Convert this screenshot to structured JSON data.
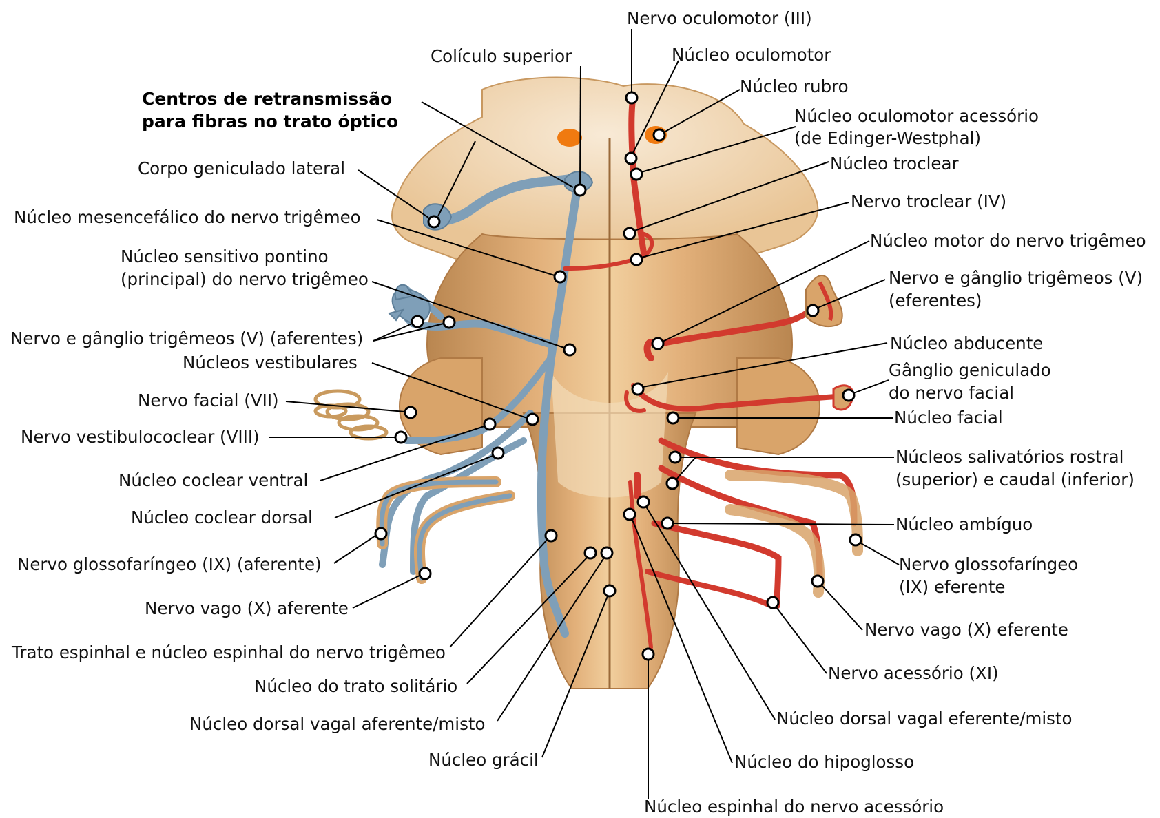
{
  "colors": {
    "background": "#ffffff",
    "tissue": "#d9a46a",
    "tissue_dark": "#b07a45",
    "tissue_light": "#f0dcc0",
    "afferent": "#7f9fb8",
    "efferent": "#d23a2e",
    "orange": "#f07a10",
    "leader": "#000000"
  },
  "title_left": {
    "line1": "Centros de retransmissão",
    "line2": "para fibras no trato óptico"
  },
  "labels_left": {
    "coliculo": "Colículo superior",
    "geniculado": "Corpo geniculado lateral",
    "mesencefalico": "Núcleo mesencefálico do nervo trigêmeo",
    "sensitivo_1": "Núcleo sensitivo pontino",
    "sensitivo_2": "(principal) do nervo trigêmeo",
    "trigemeos_aferentes": "Nervo e gânglio trigêmeos (V) (aferentes)",
    "vestibulares": "Núcleos vestibulares",
    "facial": "Nervo facial (VII)",
    "vestibulococlear": "Nervo vestibulococlear (VIII)",
    "coclear_ventral": "Núcleo coclear ventral",
    "coclear_dorsal": "Núcleo coclear dorsal",
    "glosso_aferente": "Nervo glossofaríngeo (IX) (aferente)",
    "vago_aferente": "Nervo vago (X) aferente",
    "trato_espinhal": "Trato espinhal e núcleo espinhal do nervo trigêmeo",
    "trato_solitario": "Núcleo do trato solitário",
    "dorsal_vagal_aferente": "Núcleo dorsal vagal aferente/misto",
    "gracil": "Núcleo grácil"
  },
  "labels_right": {
    "oculomotor_nervo": "Nervo oculomotor (III)",
    "oculomotor_nucleo": "Núcleo oculomotor",
    "rubro": "Núcleo rubro",
    "oculomotor_acessorio_1": "Núcleo oculomotor acessório",
    "oculomotor_acessorio_2": "(de Edinger-Westphal)",
    "troclear_nucleo": "Núcleo troclear",
    "troclear_nervo": "Nervo troclear (IV)",
    "motor_trigemeo": "Núcleo motor do nervo trigêmeo",
    "trigemeos_eferentes_1": "Nervo e gânglio trigêmeos (V)",
    "trigemeos_eferentes_2": "(eferentes)",
    "abducente": "Núcleo abducente",
    "geniculado_facial_1": "Gânglio geniculado",
    "geniculado_facial_2": "do nervo facial",
    "nucleo_facial": "Núcleo facial",
    "salivatorios_1": "Núcleos salivatórios rostral",
    "salivatorios_2": "(superior) e caudal (inferior)",
    "ambiguo": "Núcleo ambíguo",
    "glosso_eferente_1": "Nervo glossofaríngeo",
    "glosso_eferente_2": "(IX) eferente",
    "vago_eferente": "Nervo vago (X) eferente",
    "acessorio": "Nervo acessório (XI)",
    "dorsal_vagal_eferente": "Núcleo dorsal vagal eferente/misto",
    "hipoglosso": "Núcleo do hipoglosso",
    "espinhal_acessorio": "Núcleo espinhal do nervo acessório"
  }
}
